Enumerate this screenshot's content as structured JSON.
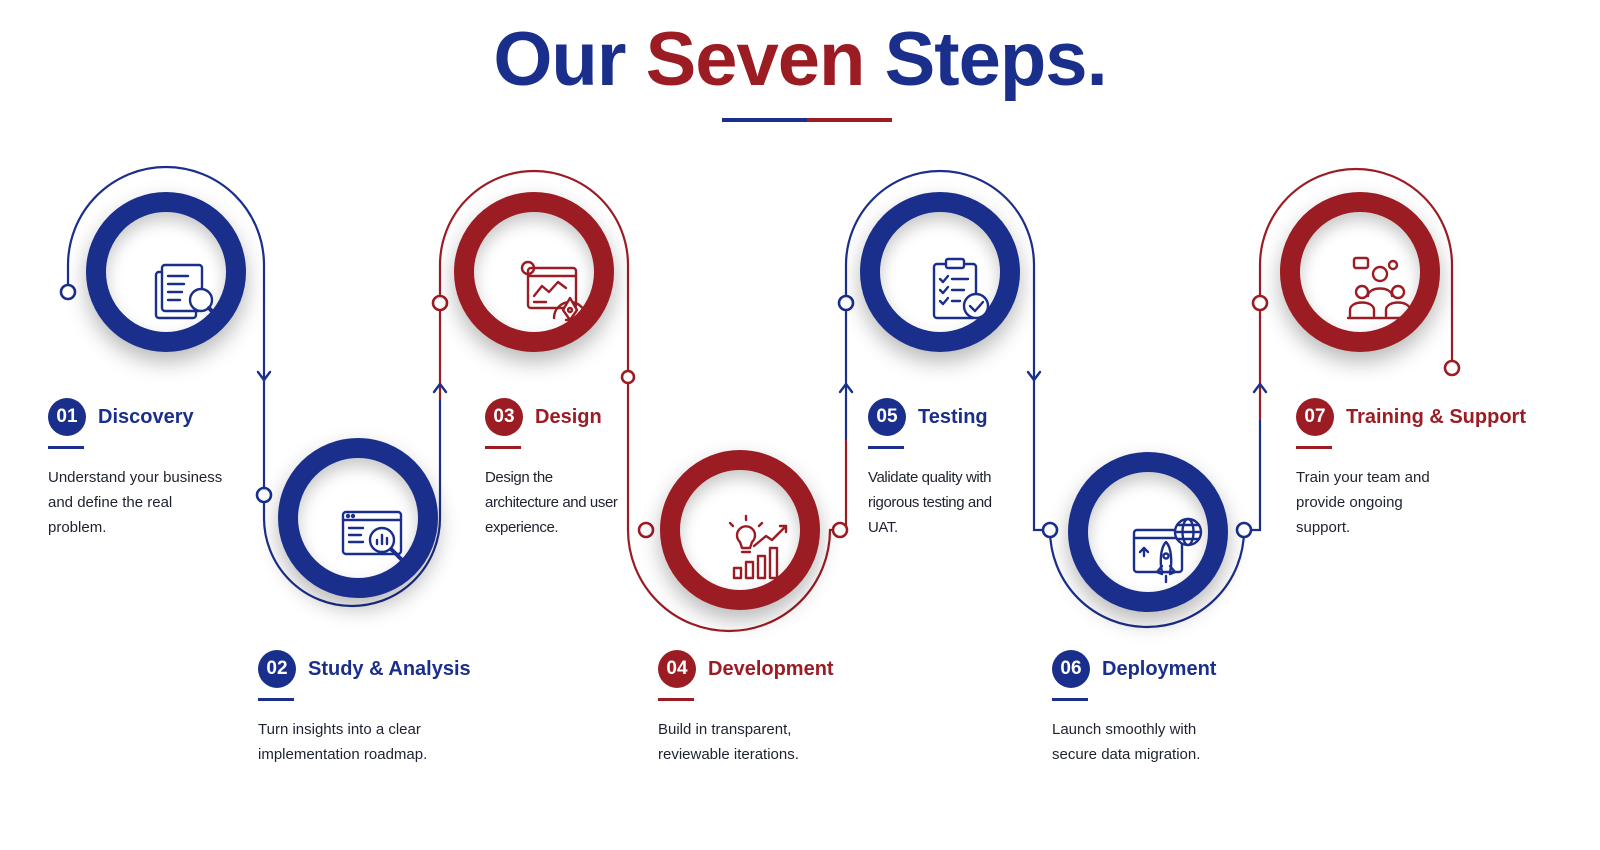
{
  "header": {
    "title_part1": "Our",
    "title_part2": "Seven",
    "title_part3": "Steps."
  },
  "colors": {
    "blue": "#1a2f8c",
    "red": "#9c1c24"
  },
  "steps": [
    {
      "number": "01",
      "title": "Discovery",
      "description": "Understand your business and define the real problem.",
      "color": "blue",
      "icon": "document-search-icon"
    },
    {
      "number": "02",
      "title": "Study & Analysis",
      "description": "Turn insights into a clear implementation roadmap.",
      "color": "blue",
      "icon": "analytics-magnifier-icon"
    },
    {
      "number": "03",
      "title": "Design",
      "description": "Design the architecture and user experience.",
      "color": "red",
      "icon": "design-pen-icon"
    },
    {
      "number": "04",
      "title": "Development",
      "description": "Build in transparent, reviewable iterations.",
      "color": "red",
      "icon": "growth-lightbulb-icon"
    },
    {
      "number": "05",
      "title": "Testing",
      "description": "Validate quality with rigorous testing and UAT.",
      "color": "blue",
      "icon": "clipboard-check-icon"
    },
    {
      "number": "06",
      "title": "Deployment",
      "description": "Launch smoothly with secure data migration.",
      "color": "blue",
      "icon": "rocket-globe-icon"
    },
    {
      "number": "07",
      "title": "Training & Support",
      "description": "Train your team and provide ongoing support.",
      "color": "red",
      "icon": "team-training-icon"
    }
  ]
}
